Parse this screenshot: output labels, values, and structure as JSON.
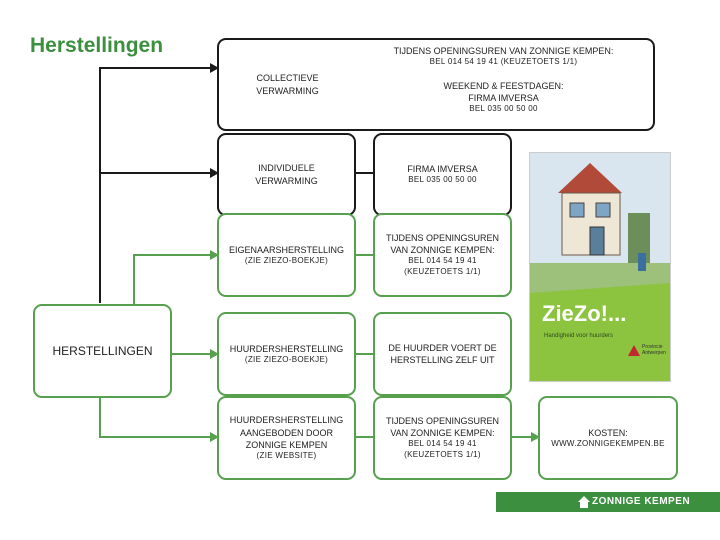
{
  "title": "Herstellingen",
  "root": {
    "label": "HERSTELLINGEN"
  },
  "rows": [
    {
      "left": [
        "COLLECTIEVE",
        "VERWARMING"
      ],
      "left_sub": "",
      "right": []
    },
    {
      "left": [
        "INDIVIDUELE",
        "VERWARMING"
      ],
      "left_sub": "",
      "right": [
        "FIRMA IMVERSA"
      ],
      "right_sub": [
        "BEL 035 00 50 00"
      ]
    },
    {
      "left": [
        "EIGENAARSHERSTELLING"
      ],
      "left_sub": "(ZIE ZIEZO-BOEKJE)",
      "right": [
        "TIJDENS OPENINGSUREN",
        "VAN ZONNIGE KEMPEN:"
      ],
      "right_sub": [
        "BEL 014 54 19 41",
        "(KEUZETOETS 1/1)"
      ]
    },
    {
      "left": [
        "HUURDERSHERSTELLING"
      ],
      "left_sub": "(ZIE ZIEZO-BOEKJE)",
      "right": [
        "DE HUURDER VOERT DE",
        "HERSTELLING ZELF UIT"
      ],
      "right_sub": []
    },
    {
      "left": [
        "HUURDERSHERSTELLING",
        "AANGEBODEN DOOR",
        "ZONNIGE KEMPEN"
      ],
      "left_sub": "(ZIE WEBSITE)",
      "right": [
        "TIJDENS OPENINGSUREN",
        "VAN ZONNIGE KEMPEN:"
      ],
      "right_sub": [
        "BEL 014 54 19 41",
        "(KEUZETOETS 1/1)"
      ]
    }
  ],
  "collective_right": {
    "line1": "TIJDENS OPENINGSUREN VAN ZONNIGE KEMPEN:",
    "line2": "BEL 014 54 19 41 (KEUZETOETS 1/1)",
    "line3": "WEEKEND & FEESTDAGEN:",
    "line4": "FIRMA IMVERSA",
    "line5": "BEL 035 00 50 00"
  },
  "costs": {
    "label": "KOSTEN:",
    "url": "WWW.ZONNIGEKEMPEN.BE"
  },
  "booklet": {
    "title": "ZieZo!...",
    "subtitle": "Handigheid voor huurders",
    "brand": "Provincie Antwerpen"
  },
  "footer": {
    "brand": "ZONNIGE KEMPEN"
  },
  "colors": {
    "accent": "#3b8f3e",
    "line_green": "#56a04e",
    "line_dark": "#1a1a1a"
  }
}
